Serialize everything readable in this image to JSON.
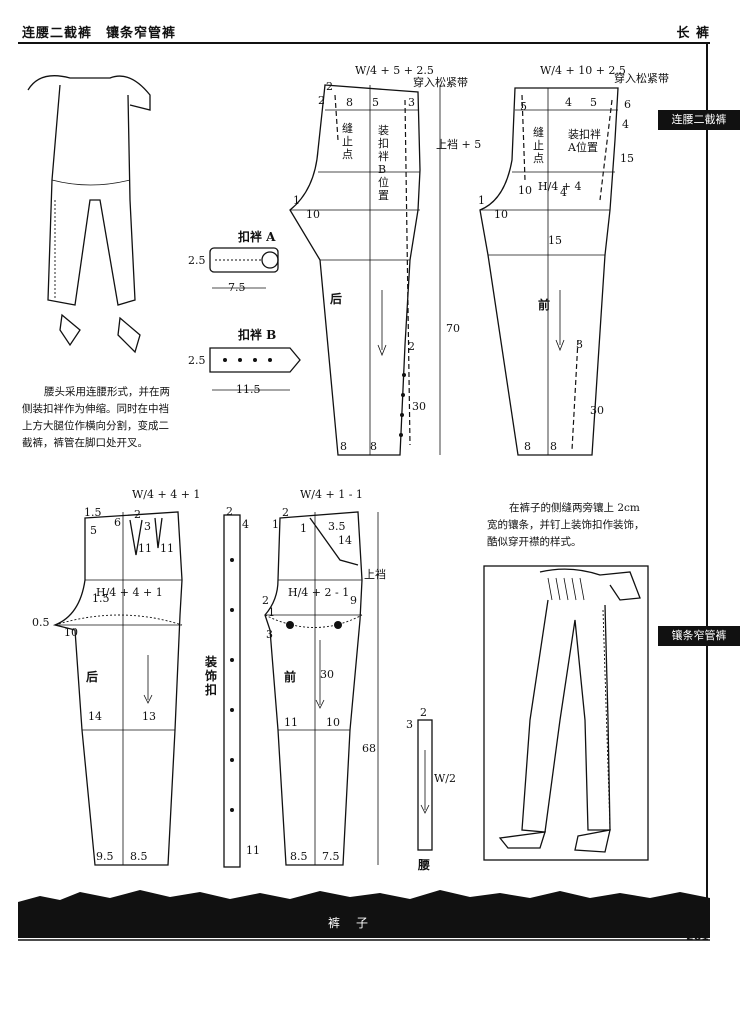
{
  "header": {
    "left_title": "连腰二截裤　镶条窄管裤",
    "right_title": "长 裤"
  },
  "side_tabs": {
    "tab1": "连腰二截裤",
    "tab2": "镶条窄管裤"
  },
  "descriptions": {
    "left_text_lines": [
      "腰头采用连腰形式，并在两",
      "侧装扣袢作为伸缩。同时在中裆",
      "上方大腿位作横向分割，变成二",
      "截裤，裤管在脚口处开叉。"
    ],
    "right_text_lines": [
      "在裤子的侧缝两旁镶上 2cm",
      "宽的镶条，并钉上装饰扣作装饰，",
      "酷似穿开襟的样式。"
    ]
  },
  "footer": {
    "band_text": "裤　子",
    "page_number": "261"
  },
  "top_patterns": {
    "back_waist_formula": "W/4 + 5 + 2.5",
    "back_elastic": "穿入松紧带",
    "front_waist_formula": "W/4 + 10 + 2.5",
    "front_elastic": "穿入松紧带",
    "stitch_point_back": "缝止点",
    "tab_position_back": "装扣袢B位置",
    "stitch_point_front": "缝止点",
    "tab_position_front": "装扣袢A位置",
    "rise": "上裆 + 5",
    "hip_formula": "H/4 + 4",
    "length": "70",
    "slit": "30",
    "slit_front": "30",
    "back_label": "后",
    "front_label": "前",
    "tab_a_title": "扣袢 A",
    "tab_a_h": "2.5",
    "tab_a_w": "7.5",
    "tab_b_title": "扣袢 B",
    "tab_b_h": "2.5",
    "tab_b_w": "11.5",
    "n_2a": "2",
    "n_2b": "2",
    "n_2c": "2",
    "n_5": "5",
    "n_8": "8",
    "n_3": "3",
    "n_1": "1",
    "n_10": "10",
    "n_hem_8a": "8",
    "n_hem_8b": "8",
    "n_hem_8c": "8",
    "n_hem_8d": "8",
    "n_f_5a": "5",
    "n_f_5b": "5",
    "n_f_4a": "4",
    "n_f_6": "6",
    "n_f_4b": "4",
    "n_f_4c": "4",
    "n_f_15a": "15",
    "n_f_15b": "15",
    "n_f_1": "1",
    "n_f_10a": "10",
    "n_f_10b": "10",
    "n_f_3": "3"
  },
  "bottom_patterns": {
    "back_waist_formula": "W/4 + 4 + 1",
    "front_waist_formula": "W/4 + 1 - 1",
    "back_hip_formula": "H/4 + 4 + 1",
    "front_hip_formula": "H/4 + 2 - 1",
    "rise": "上裆",
    "length": "68",
    "front_slit": "30",
    "back_label": "后",
    "front_label": "前",
    "deco_strip_label": "装饰扣",
    "waistband_label": "腰",
    "waistband_formula": "W/2",
    "b_1_5a": "1.5",
    "b_6": "6",
    "b_2": "2",
    "b_3": "3",
    "b_5": "5",
    "b_11a": "11",
    "b_11b": "11",
    "b_1_5b": "1.5",
    "b_0_5": "0.5",
    "b_10": "10",
    "b_14": "14",
    "b_13": "13",
    "b_9_5": "9.5",
    "b_8_5": "8.5",
    "s_2": "2",
    "s_4": "4",
    "s_11": "11",
    "f_1a": "1",
    "f_2a": "2",
    "f_1b": "1",
    "f_3_5": "3.5",
    "f_14": "14",
    "f_2b": "2",
    "f_1c": "1",
    "f_9": "9",
    "f_3": "3",
    "f_11": "11",
    "f_10": "10",
    "f_8_5": "8.5",
    "f_7_5": "7.5",
    "w_2": "2",
    "w_3": "3"
  },
  "colors": {
    "ink": "#111111",
    "paper": "#ffffff"
  }
}
